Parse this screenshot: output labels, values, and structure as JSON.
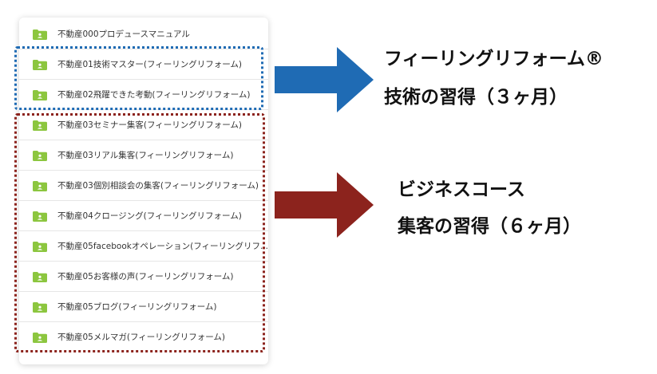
{
  "folder_list": {
    "items": [
      {
        "label": "不動産000プロデュースマニュアル"
      },
      {
        "label": "不動産01技術マスター(フィーリングリフォーム)"
      },
      {
        "label": "不動産02飛躍できた考動(フィーリングリフォーム)"
      },
      {
        "label": "不動産03セミナー集客(フィーリングリフォーム)"
      },
      {
        "label": "不動産03リアル集客(フィーリングリフォーム)"
      },
      {
        "label": "不動産03個別相談会の集客(フィーリングリフォーム)"
      },
      {
        "label": "不動産04クロージング(フィーリングリフォーム)"
      },
      {
        "label": "不動産05facebookオペレーション(フィーリングリフ..."
      },
      {
        "label": "不動産05お客様の声(フィーリングリフォーム)"
      },
      {
        "label": "不動産05ブログ(フィーリングリフォーム)"
      },
      {
        "label": "不動産05メルマガ(フィーリングリフォーム)"
      }
    ],
    "folder_icon": "folder-icon"
  },
  "callouts": {
    "top": {
      "line1": "フィーリングリフォーム®",
      "line2": "技術の習得（３ヶ月）"
    },
    "bottom": {
      "line1": "ビジネスコース",
      "line2": "集客の習得（６ヶ月）"
    }
  },
  "colors": {
    "blue_accent": "#1f6bb4",
    "red_accent": "#8c231d",
    "folder_green": "#8cc63f"
  }
}
